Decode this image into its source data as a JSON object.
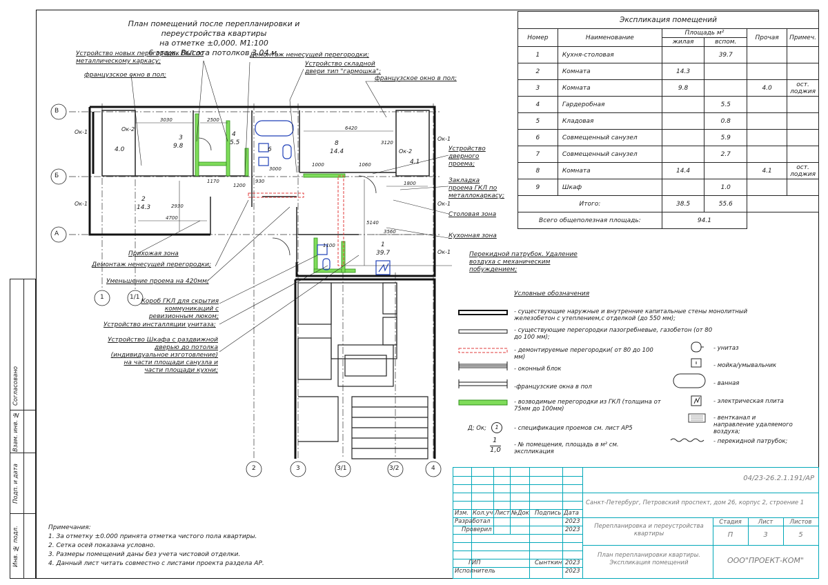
{
  "plan": {
    "title_lines": [
      "План помещений после перепланировки и переустройства квартиры",
      "на отметке ±0,000. М1:100",
      "6 этаж. Высота потолков 3.04 м."
    ],
    "callouts": [
      "Устройство новых перегородок ГКЛ по металлическому каркасу;",
      "французское окно в пол;",
      "Демонтаж ненесущей перегородки;",
      "Устройство складной двери тип \"гармошка\";",
      "французское окно в пол;",
      "Устройство дверного проема;",
      "Закладка проема ГКЛ по металлокаркасу;",
      "Столовая зона",
      "Кухонная зона",
      "Перекидной патрубок. Удаление воздуха с механическим побуждением;",
      "Прихожая зона",
      "Демонтаж ненесущей перегородки;",
      "Уменьшение проема на 420мм;",
      "Короб ГКЛ для скрытия коммуникаций с ревизионным люком;",
      "Устройство инсталляции унитаза;",
      "Устройство Шкафа с раздвижной дверью до потолка (индивидуальное изготовление) на части площади санузла и части площади кухни;"
    ],
    "axes_left": [
      "В",
      "Б",
      "А"
    ],
    "axes_bottom": [
      "1",
      "1/1",
      "2",
      "3",
      "3/1",
      "3/2",
      "4"
    ],
    "rooms": [
      {
        "num": "3",
        "area": "9.8"
      },
      {
        "num": "4",
        "area": "5.5"
      },
      {
        "num": "6",
        "area": ""
      },
      {
        "num": "8",
        "area": "14.4"
      },
      {
        "num": "2",
        "area": "14.3"
      },
      {
        "num": "1",
        "area": "39.7"
      },
      {
        "num": "",
        "area": "4.0"
      },
      {
        "num": "",
        "area": "4.1"
      }
    ],
    "dims": [
      "3030",
      "2500",
      "6420",
      "3120",
      "4700",
      "2930",
      "1800",
      "3560",
      "5140",
      "1200",
      "930",
      "3000",
      "1000",
      "1060",
      "1100",
      "1170"
    ],
    "window_tags": [
      "Ок-1",
      "Ок-2",
      "Ок-1",
      "Ок-1",
      "Ок-2",
      "Ок-1",
      "Ок-1"
    ]
  },
  "explication": {
    "title": "Экспликация помещений",
    "headers": {
      "num": "Номер",
      "name": "Наименование",
      "area": "Площадь м²",
      "living": "жилая",
      "aux": "вспом.",
      "other": "Прочая",
      "note": "Примеч."
    },
    "rows": [
      {
        "num": "1",
        "name": "Кухня-столовая",
        "living": "",
        "aux": "39.7",
        "other": "",
        "note": ""
      },
      {
        "num": "2",
        "name": "Комната",
        "living": "14.3",
        "aux": "",
        "other": "",
        "note": ""
      },
      {
        "num": "3",
        "name": "Комната",
        "living": "9.8",
        "aux": "",
        "other": "4.0",
        "note": "ост. лоджия"
      },
      {
        "num": "4",
        "name": "Гардеробная",
        "living": "",
        "aux": "5.5",
        "other": "",
        "note": ""
      },
      {
        "num": "5",
        "name": "Кладовая",
        "living": "",
        "aux": "0.8",
        "other": "",
        "note": ""
      },
      {
        "num": "6",
        "name": "Совмещенный санузел",
        "living": "",
        "aux": "5.9",
        "other": "",
        "note": ""
      },
      {
        "num": "7",
        "name": "Совмещенный санузел",
        "living": "",
        "aux": "2.7",
        "other": "",
        "note": ""
      },
      {
        "num": "8",
        "name": "Комната",
        "living": "14.4",
        "aux": "",
        "other": "4.1",
        "note": "ост. лоджия"
      },
      {
        "num": "9",
        "name": "Шкаф",
        "living": "",
        "aux": "1.0",
        "other": "",
        "note": ""
      }
    ],
    "total_label": "Итого:",
    "total_living": "38.5",
    "total_aux": "55.6",
    "useful_label": "Всего общеполезная площадь:",
    "useful_value": "94.1"
  },
  "legend": {
    "title": "Условные обозначения",
    "items": [
      "- существующие наружные и внутренние капитальные стены монолитный железобетон с утеплением,с отделкой (до 550 мм);",
      "- существующие перегородки пазогребневые, газобетон (от 80 до 100 мм);",
      "- демонтируемые перегородки( от 80 до 100 мм)",
      "- оконный блок",
      "-французские окна в пол",
      "- возводимые перегородки из ГКЛ (толщина от 75мм до 100мм)",
      "- спецификация проемов см. лист АР5",
      "- № помещения, площадь в м² см. экспликация"
    ],
    "spec_prefix": "Д; Ок;",
    "num_example_top": "1",
    "num_example_bottom": "1,0",
    "right_items": [
      "- унитаз",
      "- мойка/умывальник",
      "- ванная",
      "- электрическая плита",
      "- вентканал и направление удаляемого воздуха;",
      "- перекидной патрубок;"
    ]
  },
  "notes": {
    "title": "Примечания:",
    "items": [
      "1.  За отметку ±0.000 принята отметка чистого пола квартиры.",
      "2.  Сетка осей показана условно.",
      "3.  Размеры помещений даны без учета чистовой отделки.",
      "4.  Данный лист читать совместно с листами проекта раздела АР."
    ]
  },
  "side": {
    "labels": [
      "Согласовано",
      "Взам. инв. №",
      "Подп. и дата",
      "Инв. № подл."
    ]
  },
  "stamp": {
    "code": "04/23-26.2.1.191/АР",
    "address": "Санкт-Петербург, Петровский проспект, дом 26, корпус 2, строение 1",
    "cols": [
      "Изм.",
      "Кол.уч",
      "Лист",
      "№Док",
      "Подпись",
      "Дата"
    ],
    "rows": [
      {
        "role": "Разработал",
        "name": "",
        "date": "2023"
      },
      {
        "role": "Проверил",
        "name": "",
        "date": "2023"
      },
      {
        "role": "",
        "name": "",
        "date": ""
      },
      {
        "role": "ГИП",
        "name": "Сынткин",
        "date": "2023"
      },
      {
        "role": "Исполнитель",
        "name": "",
        "date": "2023"
      }
    ],
    "project": "Перепланировка и переустройства квартиры",
    "stage_h": "Стадия",
    "sheet_h": "Лист",
    "sheets_h": "Листов",
    "stage": "П",
    "sheet": "3",
    "sheets": "5",
    "drawing": "План перепланировки квартиры. Экспликация помещений",
    "company": "ООО\"ПРОЕКТ-КОМ\""
  }
}
